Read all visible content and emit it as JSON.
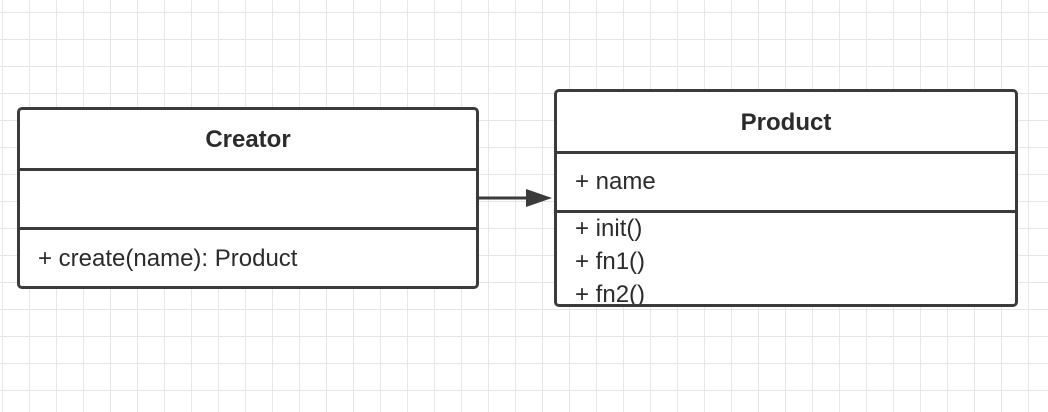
{
  "diagram": {
    "classes": [
      {
        "id": "creator",
        "name": "Creator",
        "attributes": [],
        "operations": [
          "+ create(name): Product"
        ]
      },
      {
        "id": "product",
        "name": "Product",
        "attributes": [
          "+ name"
        ],
        "operations": [
          "+ init()",
          "+ fn1()",
          "+ fn2()"
        ]
      }
    ],
    "relationships": [
      {
        "from": "Creator",
        "to": "Product",
        "type": "association",
        "directed": true
      }
    ]
  },
  "colors": {
    "line": "#3b3b3b",
    "grid": "#e6e6e6",
    "background": "#ffffff"
  }
}
